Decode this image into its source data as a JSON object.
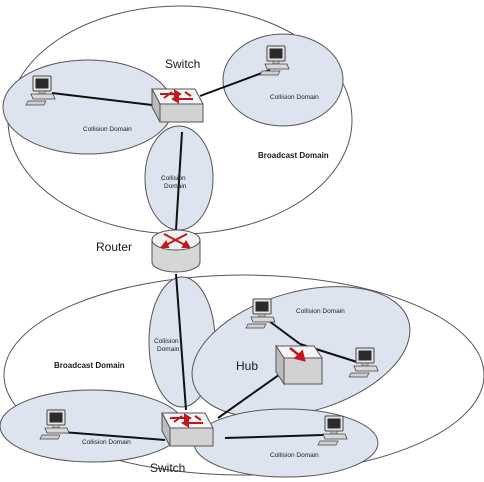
{
  "labels": {
    "top_switch": "Switch",
    "router": "Router",
    "hub": "Hub",
    "bottom_switch": "Switch",
    "broadcast_top": "Broadcast Domain",
    "broadcast_bottom": "Broadcast Domain",
    "collision_top_left": "Collision Domain",
    "collision_top_right": "Collision Domain",
    "collision_top_mid_l1": "Collision",
    "collision_top_mid_l2": "Domain",
    "collision_bottom_mid_l1": "Collision",
    "collision_bottom_mid_l2": "Domain",
    "collision_hub": "Collision Domain",
    "collision_bottom_left": "Collision Domain",
    "collision_bottom_right": "Collision Domain"
  },
  "colors": {
    "domain_fill": "#dde4ef",
    "outline": "#555555",
    "arrow": "#c0181e",
    "device_face": "#eeeeee"
  },
  "icons": [
    "pc-icon",
    "switch-icon",
    "router-icon",
    "hub-icon"
  ]
}
